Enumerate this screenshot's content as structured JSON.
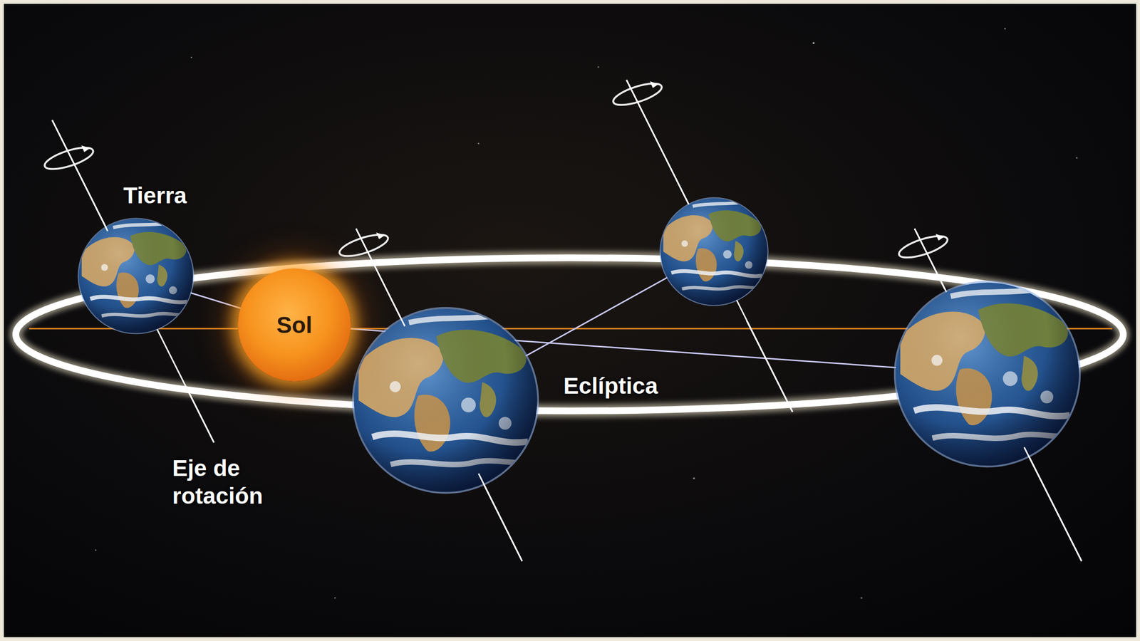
{
  "diagram": {
    "nodes": [
      {
        "text": [
          "Sol"
        ]
      }
    ],
    "labels": [
      "Tierra",
      "Eclíptica",
      "Eje de rotación"
    ]
  }
}
